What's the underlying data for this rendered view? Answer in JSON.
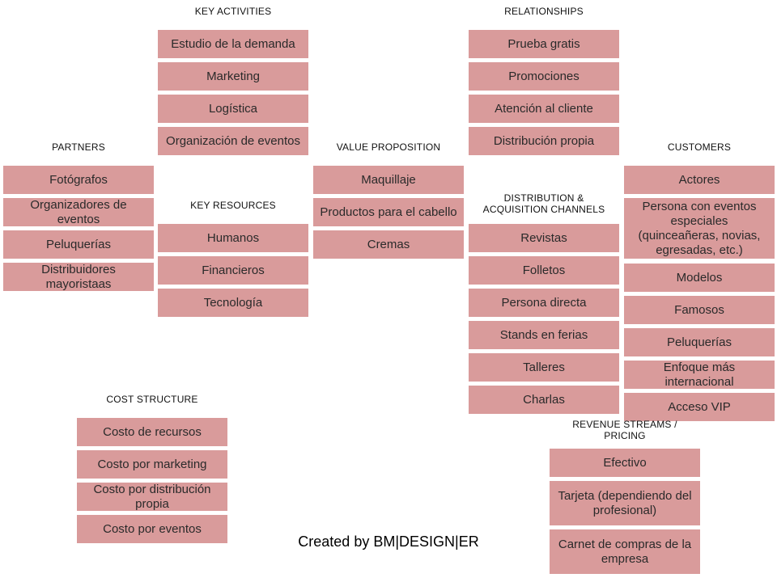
{
  "key_activities": {
    "header": "KEY ACTIVITIES",
    "items": [
      "Estudio de la demanda",
      "Marketing",
      "Logística",
      "Organización de eventos"
    ]
  },
  "relationships": {
    "header": "RELATIONSHIPS",
    "items": [
      "Prueba gratis",
      "Promociones",
      "Atención al cliente",
      "Distribución propia"
    ]
  },
  "partners": {
    "header": "PARTNERS",
    "items": [
      "Fotógrafos",
      "Organizadores de eventos",
      "Peluquerías",
      "Distribuidores mayoristaas"
    ]
  },
  "value_proposition": {
    "header": "VALUE PROPOSITION",
    "items": [
      "Maquillaje",
      "Productos para el cabello",
      "Cremas"
    ]
  },
  "customers": {
    "header": "CUSTOMERS",
    "items": [
      "Actores",
      "Persona con eventos especiales (quinceañeras, novias, egresadas, etc.)",
      "Modelos",
      "Famosos",
      "Peluquerías",
      "Enfoque más internacional",
      "Acceso VIP"
    ]
  },
  "key_resources": {
    "header": "KEY RESOURCES",
    "items": [
      "Humanos",
      "Financieros",
      "Tecnología"
    ]
  },
  "channels": {
    "header_line1": "DISTRIBUTION  &",
    "header_line2": "ACQUISITION  CHANNELS",
    "items": [
      "Revistas",
      "Folletos",
      "Persona directa",
      "Stands en ferias",
      "Talleres",
      "Charlas"
    ]
  },
  "cost_structure": {
    "header": "COST  STRUCTURE",
    "items": [
      "Costo de recursos",
      "Costo por marketing",
      "Costo por distribución propia",
      "Costo por eventos"
    ]
  },
  "revenue_streams": {
    "header_line1": "REVENUE  STREAMS /",
    "header_line2": "PRICING",
    "items": [
      "Efectivo",
      "Tarjeta (dependiendo del profesional)",
      "Carnet de compras de la empresa"
    ]
  },
  "footer": "Created by BM|DESIGN|ER",
  "colors": {
    "box_fill": "#d99b9b",
    "box_text": "#2a2a2a",
    "background": "#ffffff"
  }
}
